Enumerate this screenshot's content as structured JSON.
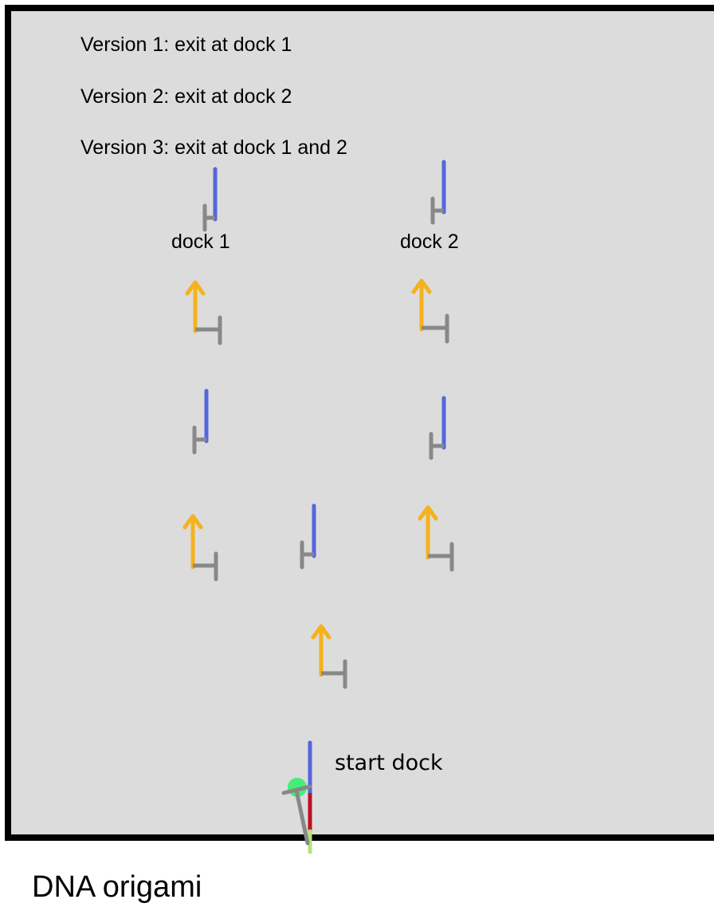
{
  "versions": [
    "Version 1: exit at dock 1",
    "Version 2: exit at dock 2",
    "Version 3: exit at dock 1 and 2"
  ],
  "labels": {
    "dock1": "dock 1",
    "dock2": "dock 2",
    "start": "start dock"
  },
  "footer": "DNA origami",
  "colors": {
    "panel_fill": "#dcdcdc",
    "panel_border": "#000000",
    "dock_strand": "#5566dd",
    "arrow_strand": "#f5b21c",
    "linker": "#888888",
    "walker_body": "#44ee77",
    "walker_red": "#bb1122",
    "walker_tail": "#b6e27a"
  }
}
